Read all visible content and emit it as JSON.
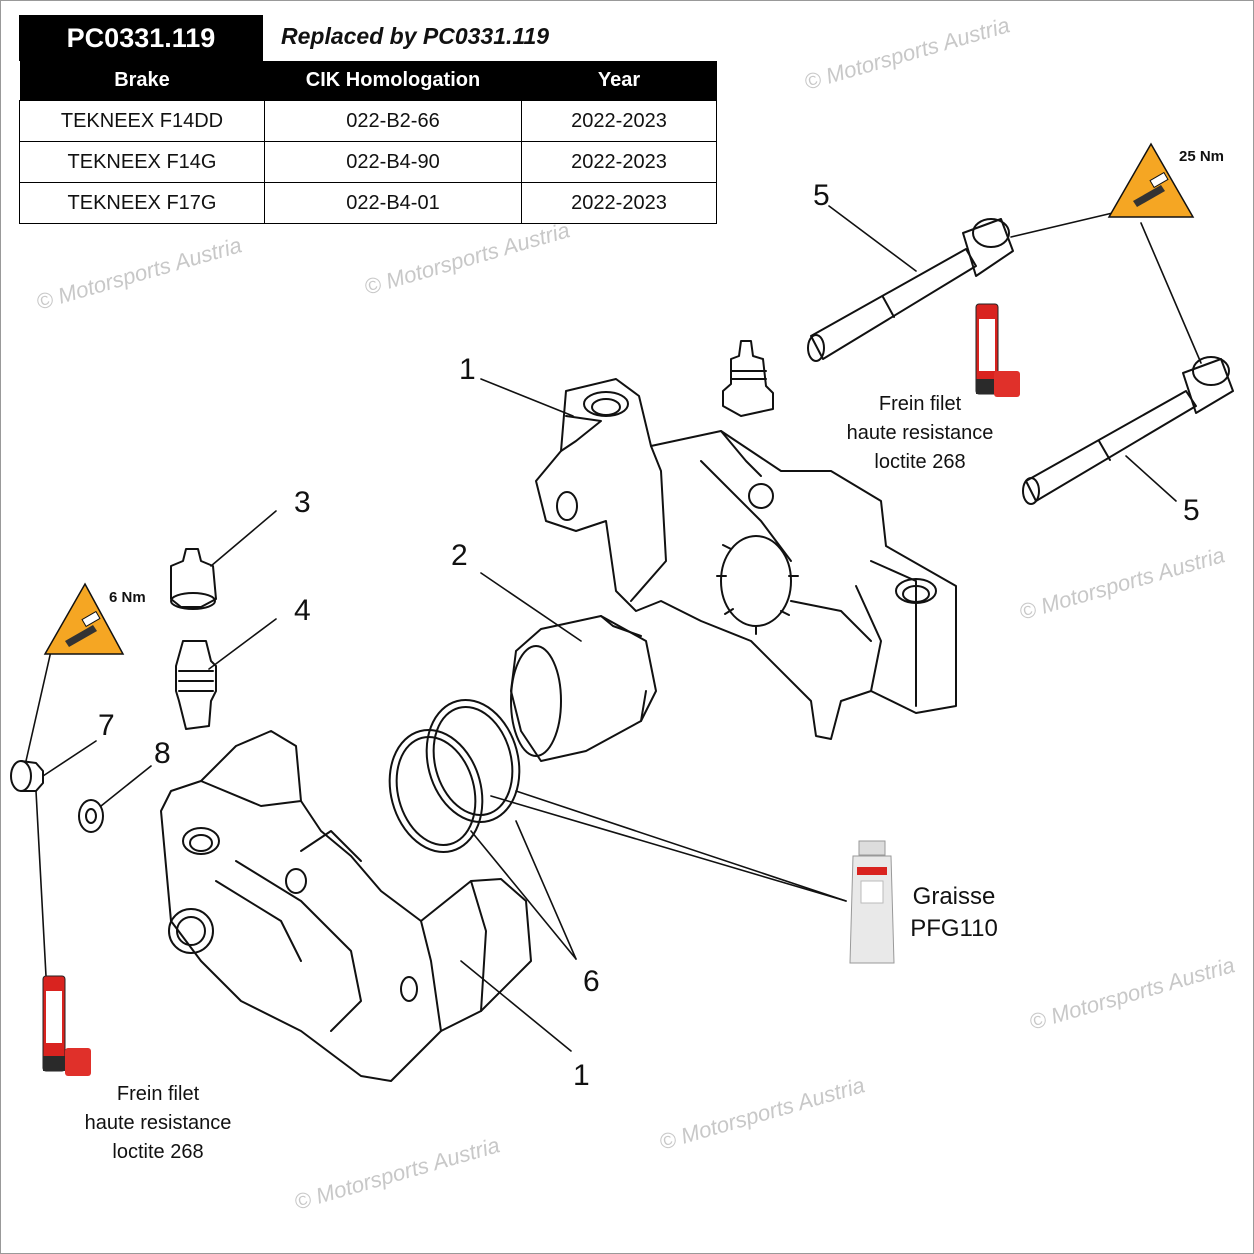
{
  "header": {
    "part_number": "PC0331.119",
    "replaced_text": "Replaced by PC0331.119"
  },
  "table": {
    "columns": [
      "Brake",
      "CIK Homologation",
      "Year"
    ],
    "rows": [
      [
        "TEKNEEX F14DD",
        "022-B2-66",
        "2022-2023"
      ],
      [
        "TEKNEEX F14G",
        "022-B4-90",
        "2022-2023"
      ],
      [
        "TEKNEEX F17G",
        "022-B4-01",
        "2022-2023"
      ]
    ]
  },
  "callouts": {
    "n1_top": "1",
    "n1_bottom": "1",
    "n2": "2",
    "n3": "3",
    "n4": "4",
    "n5_top": "5",
    "n5_bottom": "5",
    "n6": "6",
    "n7": "7",
    "n8": "8"
  },
  "torque": {
    "top": "25 Nm",
    "left": "6 Nm"
  },
  "notes": {
    "loctite_top": [
      "Frein filet",
      "haute resistance",
      "loctite 268"
    ],
    "loctite_bottom": [
      "Frein filet",
      "haute resistance",
      "loctite 268"
    ],
    "grease": [
      "Graisse",
      "PFG110"
    ]
  },
  "watermark": "© Motorsports Austria",
  "colors": {
    "warning": "#f5a623",
    "loctite_red": "#d9231f",
    "line": "#111111"
  }
}
